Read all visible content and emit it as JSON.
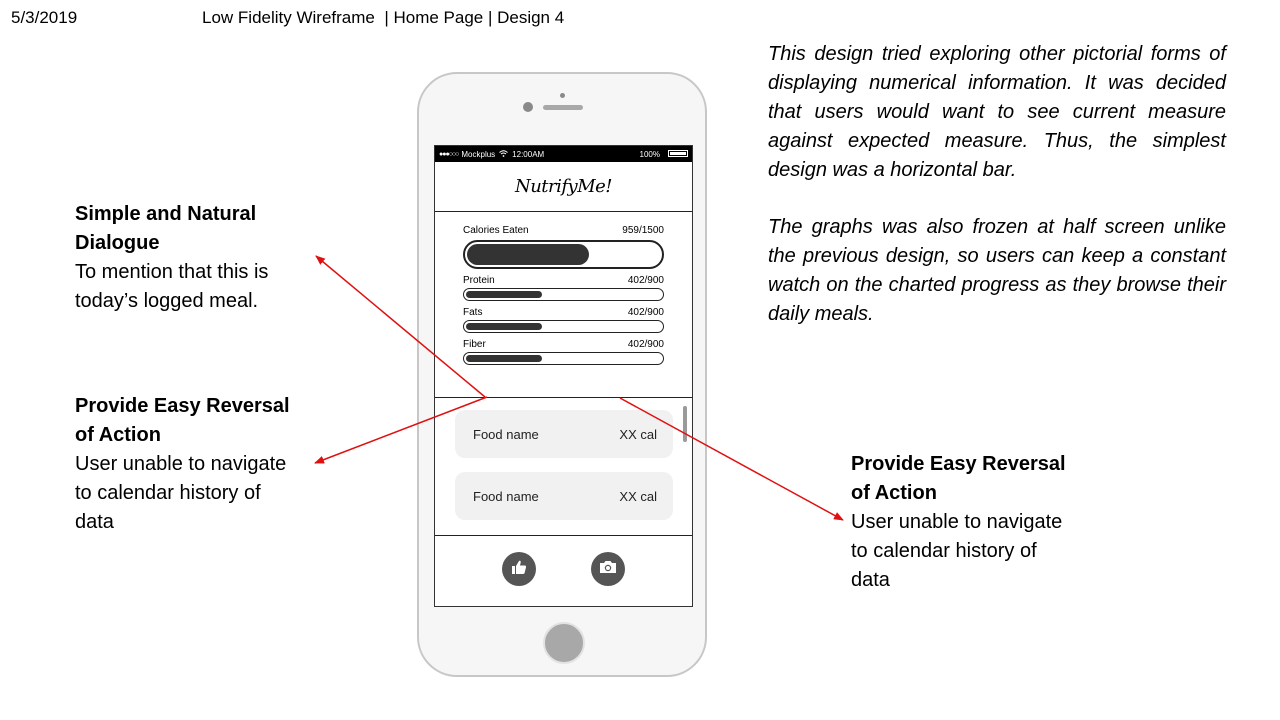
{
  "header": {
    "date": "5/3/2019",
    "title": "Low Fidelity Wireframe  | Home Page | Design 4"
  },
  "notes": {
    "paragraph_1": "This design tried exploring other pictorial forms of displaying numerical information. It was decided that users would want to see current measure against expected measure. Thus, the simplest design was a horizontal bar.",
    "paragraph_2": "The graphs was also frozen at half screen unlike the previous design, so users can keep a constant watch on the charted progress as they browse their daily meals."
  },
  "annotations": {
    "left_1": {
      "heading": "Simple and Natural Dialogue",
      "body": "To mention that this is today’s logged meal."
    },
    "left_2": {
      "heading": "Provide Easy Reversal of Action",
      "body": "User unable to navigate to calendar history of data"
    },
    "right": {
      "heading": "Provide Easy Reversal of Action",
      "body": "User unable to navigate to calendar history of data"
    }
  },
  "phone": {
    "status_bar": {
      "signal": "●●●○○○",
      "carrier": "Mockplus",
      "wifi_icon": "wifi-icon",
      "time": "12:00AM",
      "battery": "100%"
    },
    "app_title": "NutrifyMe!",
    "calories": {
      "label": "Calories Eaten",
      "value": "959/1500",
      "progress": 0.64
    },
    "nutrients": [
      {
        "label": "Protein",
        "value": "402/900",
        "progress": 0.4
      },
      {
        "label": "Fats",
        "value": "402/900",
        "progress": 0.4
      },
      {
        "label": "Fiber",
        "value": "402/900",
        "progress": 0.4
      }
    ],
    "food_items": [
      {
        "name": "Food name",
        "cal": "XX cal"
      },
      {
        "name": "Food name",
        "cal": "XX cal"
      }
    ],
    "bottom_bar": {
      "like_icon": "thumbs-up-icon",
      "camera_icon": "camera-icon"
    }
  },
  "colors": {
    "arrow": "#e01010",
    "bar_fill": "#333333"
  }
}
